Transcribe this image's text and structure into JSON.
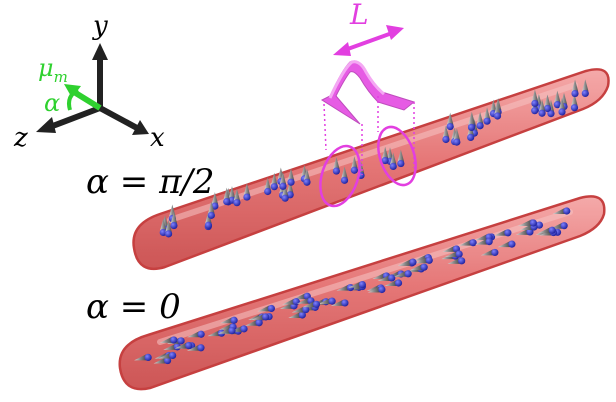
{
  "axes": {
    "y_label": "y",
    "z_label": "z",
    "x_label": "x",
    "mu_label": "μ",
    "mu_subscript": "m",
    "alpha_label": "α"
  },
  "length_label": "L",
  "labels": {
    "alpha_pi_half": "α = π/2",
    "alpha_zero": "α = 0"
  },
  "colors": {
    "tube_fill": "#e26b6b",
    "tube_edge": "#c23030",
    "accent_magenta": "#e23fe0",
    "mu_green": "#2fd12f",
    "dipole_head": "#2d2fc7",
    "dipole_cone": "#9a9a9a",
    "axis_black": "#1a1a1a"
  }
}
